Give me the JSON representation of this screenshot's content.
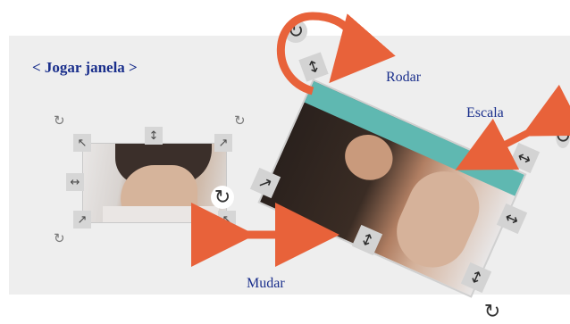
{
  "title": "< Jogar janela >",
  "labels": {
    "rotate": "Rodar",
    "scale": "Escala",
    "move": "Mudar"
  },
  "icons": {
    "resize_diag_right": "↗",
    "resize_diag_left": "↖",
    "resize_vertical": "↕",
    "resize_horizontal": "↔",
    "rotate": "↻"
  },
  "colors": {
    "accent_arrow": "#e8623a",
    "label_text": "#1a2f8c",
    "panel_bg": "#eeeeee",
    "handle_bg": "#d6d6d6"
  }
}
